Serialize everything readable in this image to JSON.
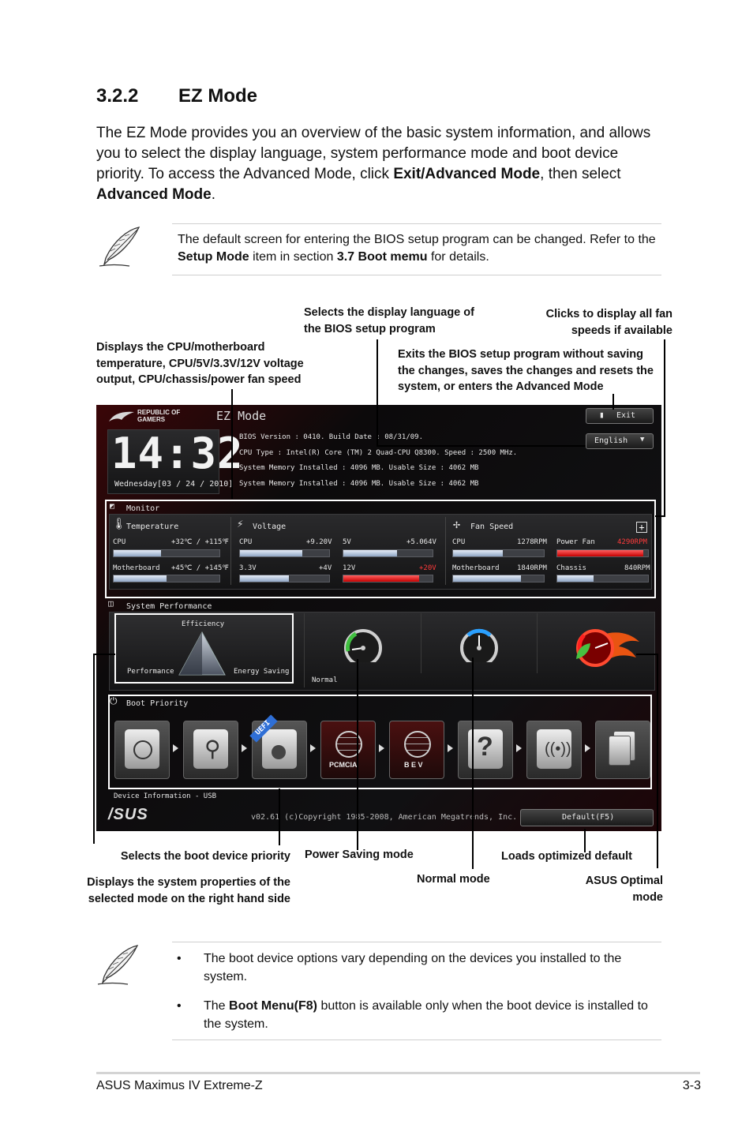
{
  "section": {
    "number": "3.2.2",
    "title": "EZ Mode"
  },
  "intro": {
    "part1": "The EZ Mode provides you an overview of the basic system information, and allows you to select the display language, system performance mode and boot device priority. To access the Advanced Mode, click ",
    "bold1": "Exit/Advanced Mode",
    "part2": ", then select ",
    "bold2": "Advanced Mode",
    "part3": "."
  },
  "note1": {
    "part1": "The default screen for entering the BIOS setup program can be changed. Refer to the ",
    "bold1": "Setup Mode",
    "part2": " item in section ",
    "bold2": "3.7 Boot memu",
    "part3": " for details."
  },
  "callouts": {
    "language": "Selects the display language of the BIOS setup program",
    "fans": "Clicks to display all fan speeds if available",
    "monitor": "Displays the CPU/motherboard temperature, CPU/5V/3.3V/12V voltage output, CPU/chassis/power fan speed",
    "exit": "Exits the BIOS setup program without saving the changes, saves the changes and resets the system, or enters the Advanced Mode",
    "boot_priority": "Selects the boot device  priority",
    "power_saving": "Power Saving mode",
    "loads_default": "Loads optimized default",
    "system_props": "Displays the system properties of the selected mode on the right hand side",
    "normal_mode": "Normal mode",
    "asus_optimal": "ASUS Optimal mode"
  },
  "bios": {
    "brand_line1": "REPUBLIC OF",
    "brand_line2": "GAMERS",
    "mode_title": "EZ Mode",
    "exit_label": "Exit",
    "language": "English",
    "clock": "14:32",
    "day": "Wednesday",
    "date": "[03 / 24 / 2010]",
    "info": [
      "BIOS Version : 0410. Build Date : 08/31/09.",
      "CPU Type : Intel(R) Core (TM) 2 Quad-CPU Q8300. Speed : 2500 MHz.",
      "System Memory Installed : 4096 MB. Usable Size : 4062 MB",
      "System Memory Installed : 4096 MB. Usable Size : 4062 MB"
    ],
    "monitor_label": "Monitor",
    "temperature_label": "Temperature",
    "voltage_label": "Voltage",
    "fan_label": "Fan Speed",
    "fan_expand": "+",
    "temps": [
      {
        "name": "CPU",
        "value": "+32℃ / +115℉",
        "level": 0.45
      },
      {
        "name": "Motherboard",
        "value": "+45℃ / +145℉",
        "level": 0.5
      }
    ],
    "volts": [
      {
        "name": "CPU",
        "value": "+9.20V",
        "level": 0.7,
        "alert": false
      },
      {
        "name": "5V",
        "value": "+5.064V",
        "level": 0.6,
        "alert": false
      },
      {
        "name": "3.3V",
        "value": "+4V",
        "level": 0.55,
        "alert": false
      },
      {
        "name": "12V",
        "value": "+20V",
        "level": 0.85,
        "alert": true
      }
    ],
    "fans": [
      {
        "name": "CPU",
        "value": "1278RPM",
        "level": 0.55,
        "alert": false
      },
      {
        "name": "Power Fan",
        "value": "4290RPM",
        "level": 0.95,
        "alert": true
      },
      {
        "name": "Motherboard",
        "value": "1840RPM",
        "level": 0.75,
        "alert": false
      },
      {
        "name": "Chassis",
        "value": "840RPM",
        "level": 0.4,
        "alert": false
      }
    ],
    "perf_label": "System Performance",
    "efficiency": "Efficiency",
    "performance": "Performance",
    "energy_saving": "Energy Saving",
    "mode_status": "Normal",
    "boot_label": "Boot Priority",
    "uefi_tag": "UEFI",
    "boot_devices": [
      "hdd",
      "usb",
      "optical",
      "pcmcia",
      "bev",
      "unknown",
      "network",
      "removable"
    ],
    "boot_pcmcia_text": "PCMCIA",
    "boot_bev_text": "B E V",
    "boot_unknown_text": "?",
    "device_info": "Device Information - USB",
    "asus_logo": "/SUS",
    "copyright": "v02.61 (c)Copyright  1985-2008, American Megatrends, Inc.",
    "default_btn": "Default(F5)"
  },
  "note2": {
    "item1": "The boot device options vary depending on the devices you installed to the system.",
    "item2_part1": "The ",
    "item2_bold": "Boot Menu(F8)",
    "item2_part2": " button is available only when the boot device is installed to the system."
  },
  "footer": {
    "left": "ASUS Maximus IV Extreme-Z",
    "right": "3-3"
  }
}
